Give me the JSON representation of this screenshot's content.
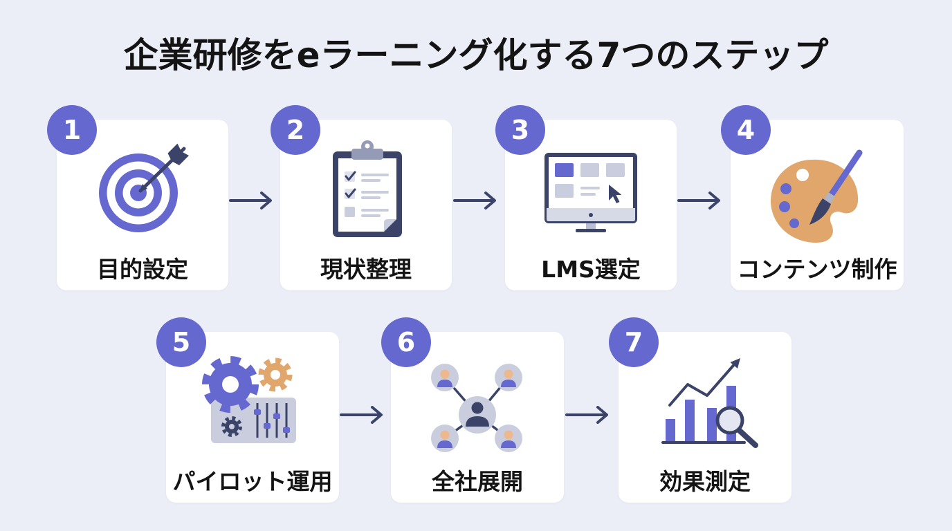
{
  "title": "企業研修をeラーニング化する7つのステップ",
  "colors": {
    "background": "#eceef7",
    "card": "#ffffff",
    "accent": "#6468cf",
    "navy": "#3b4468",
    "orange": "#e0a66c",
    "gray": "#c9cddd",
    "text": "#141414"
  },
  "steps": [
    {
      "number": "1",
      "label": "目的設定",
      "icon": "target-icon"
    },
    {
      "number": "2",
      "label": "現状整理",
      "icon": "clipboard-checklist-icon"
    },
    {
      "number": "3",
      "label": "LMS選定",
      "icon": "monitor-dashboard-icon"
    },
    {
      "number": "4",
      "label": "コンテンツ制作",
      "icon": "palette-brush-icon"
    },
    {
      "number": "5",
      "label": "パイロット運用",
      "icon": "gears-controls-icon"
    },
    {
      "number": "6",
      "label": "全社展開",
      "icon": "people-network-icon"
    },
    {
      "number": "7",
      "label": "効果測定",
      "icon": "chart-magnifier-icon"
    }
  ],
  "connector_icon": "arrow-right-icon"
}
